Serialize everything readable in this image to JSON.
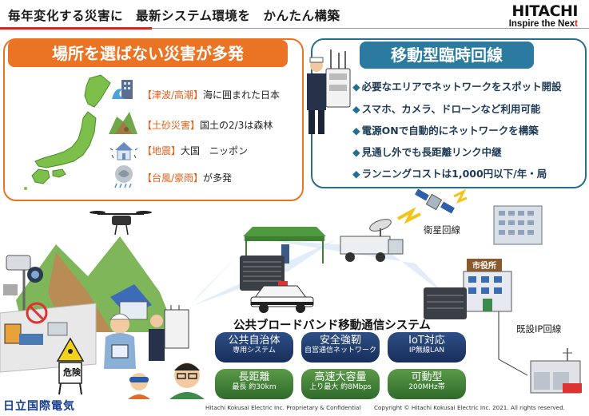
{
  "header": {
    "title": "毎年変化する災害に　最新システム環境を　かんたん構築",
    "brand_name": "HITACHI",
    "brand_tagline_main": "Inspire the Nex",
    "brand_tagline_end": "t"
  },
  "disaster_panel": {
    "heading": "場所を選ばない災害が多発",
    "items": [
      {
        "tag": "【津波/高潮】",
        "text": "海に囲まれた日本",
        "icon": "tsunami-icon"
      },
      {
        "tag": "【土砂災害】",
        "text": "国土の2/3は森林",
        "icon": "landslide-icon"
      },
      {
        "tag": "【地震】",
        "text": "大国　ニッポン",
        "icon": "earthquake-icon"
      },
      {
        "tag": "【台風/豪雨】",
        "text": "が多発",
        "icon": "typhoon-icon"
      }
    ]
  },
  "mobile_panel": {
    "heading": "移動型臨時回線",
    "features": [
      "必要なエリアでネットワークをスポット開設",
      "スマホ、カメラ、ドローンなど利用可能",
      "電源ONで自動的にネットワークを構築",
      "見通し外でも長距離リンク中継",
      "ランニングコストは1,000円以下/年・局"
    ]
  },
  "system": {
    "title": "公共ブロードバンド移動通信システム",
    "features": [
      {
        "main": "公共自治体",
        "sub": "専用システム",
        "color": "#1f3a6e"
      },
      {
        "main": "安全強靭",
        "sub": "自営通信ネットワーク",
        "color": "#1f3a6e"
      },
      {
        "main": "IoT対応",
        "sub": "IP無線LAN",
        "color": "#1f3a6e"
      },
      {
        "main": "長距離",
        "sub": "最長 約30km",
        "color": "#3f7f38"
      },
      {
        "main": "高速大容量",
        "sub": "上り最大 約8Mbps",
        "color": "#3f7f38"
      },
      {
        "main": "可動型",
        "sub": "200MHz帯",
        "color": "#3f7f38"
      }
    ]
  },
  "labels": {
    "satellite": "衛星回線",
    "existing_ip": "既設IP回線",
    "city_hall": "市役所",
    "danger": "危険"
  },
  "footer": {
    "proprietary": "Hitachi Kokusai Electric Inc. Proprietary & Confidential",
    "copyright": "Copyright © Hitachi Kokusai Electric Inc. 2021. All rights reserved.",
    "company_logo": "日立国際電気"
  },
  "colors": {
    "orange_accent": "#ea7324",
    "blue_accent": "#2b7aa0",
    "pill_blue": "#1f3a6e",
    "pill_green": "#3f7f38",
    "brand_red": "#d7261e"
  }
}
